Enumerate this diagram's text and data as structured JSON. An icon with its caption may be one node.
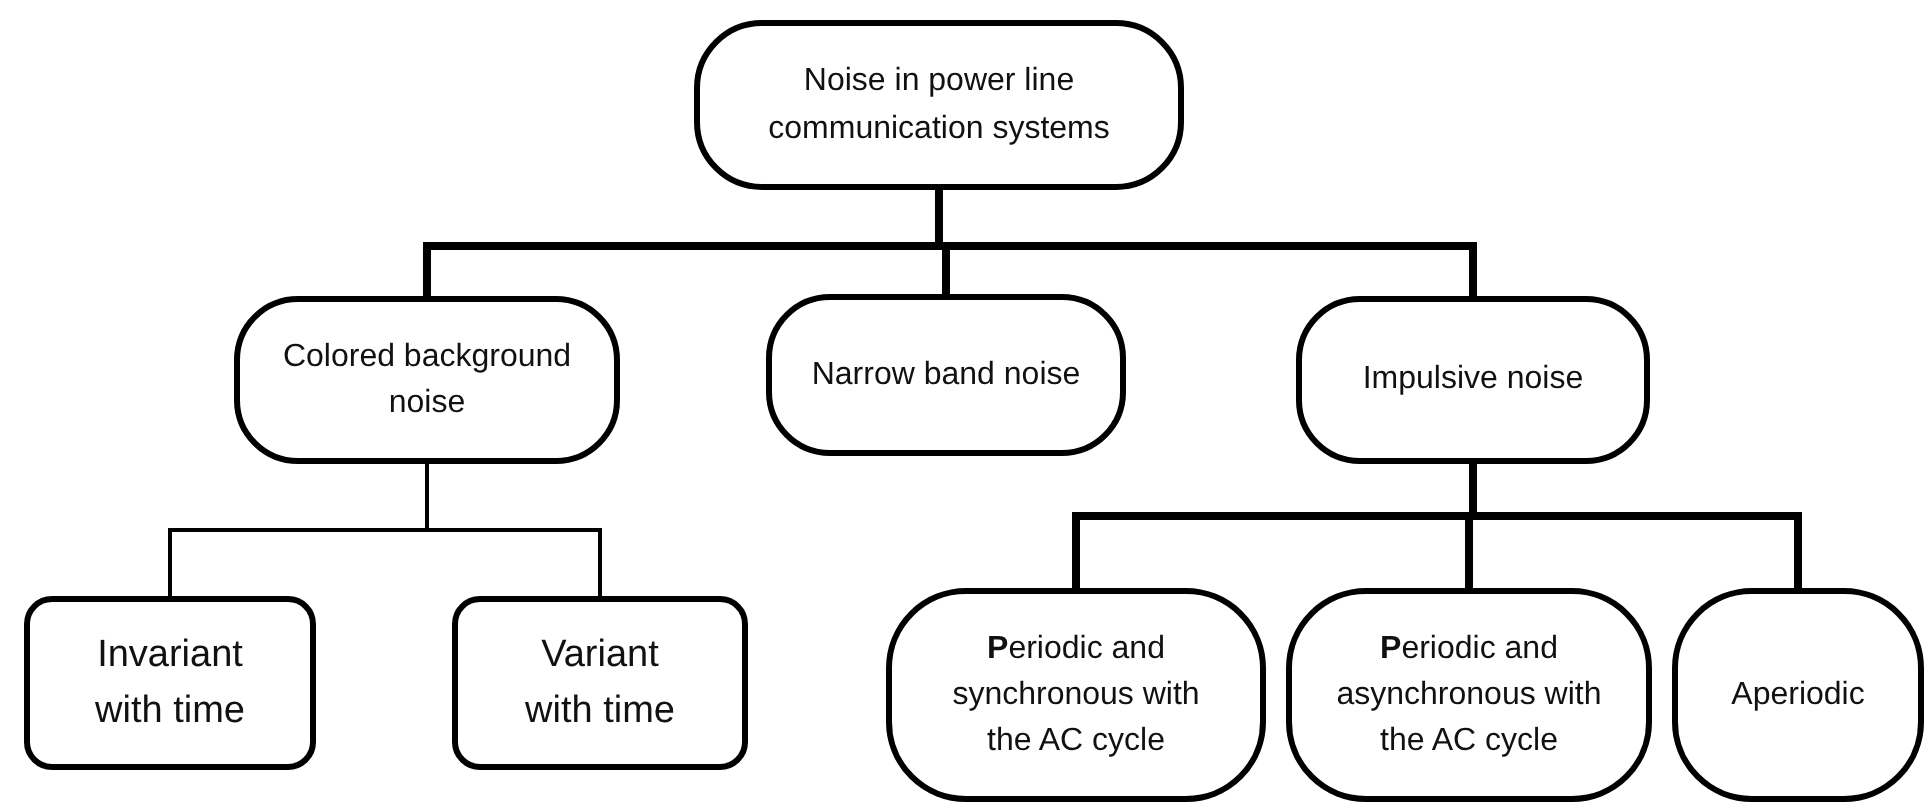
{
  "diagram": {
    "nodes": [
      {
        "text": [
          "Noise in power line communication systems"
        ]
      },
      {
        "text": [
          "Colored background noise"
        ]
      },
      {
        "text": [
          "Narrow band noise"
        ]
      },
      {
        "text": [
          "Impulsive noise"
        ]
      },
      {
        "text": [
          "Invariant with time"
        ]
      },
      {
        "text": [
          "Variant with time"
        ]
      },
      {
        "text": [
          "**P**eriodic and synchronous with the AC cycle"
        ]
      },
      {
        "text": [
          "**P**eriodic and asynchronous with the AC cycle"
        ]
      },
      {
        "text": [
          "Aperiodic"
        ]
      }
    ],
    "edges": [
      {
        "from": 0,
        "to": 1,
        "arrow": "none"
      },
      {
        "from": 0,
        "to": 2,
        "arrow": "none"
      },
      {
        "from": 0,
        "to": 3,
        "arrow": "none"
      },
      {
        "from": 1,
        "to": 4,
        "arrow": "none"
      },
      {
        "from": 1,
        "to": 5,
        "arrow": "none"
      },
      {
        "from": 3,
        "to": 6,
        "arrow": "none"
      },
      {
        "from": 3,
        "to": 7,
        "arrow": "none"
      },
      {
        "from": 3,
        "to": 8,
        "arrow": "none"
      }
    ]
  }
}
